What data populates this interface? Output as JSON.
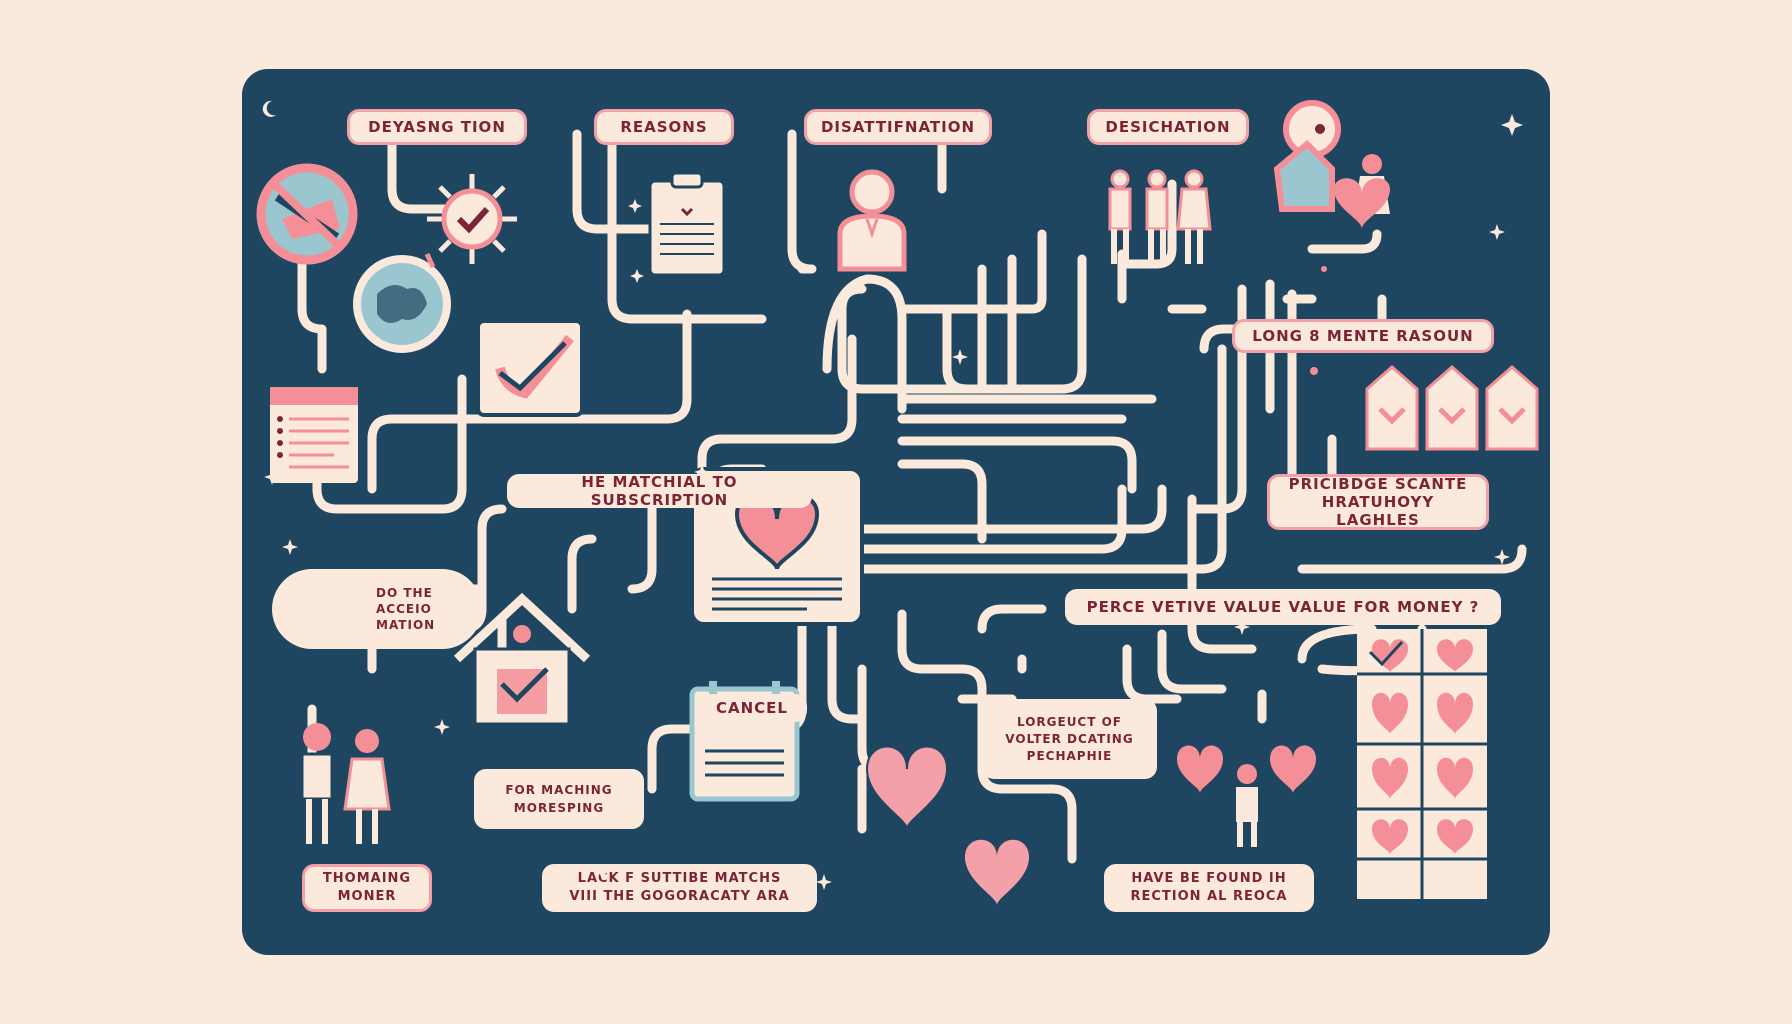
{
  "colors": {
    "board": "#1f4660",
    "cream": "#fbeadc",
    "pink": "#f58f97",
    "soft_pink": "#f4a0a8",
    "ink": "#7b2438",
    "teal": "#9ac7cf"
  },
  "labels": {
    "top_1": "DEYASNG TION",
    "top_2": "REASONS",
    "top_3": "DISATTIFNATION",
    "top_4": "DESICHATION",
    "long_reason": "LONG 8 MENTE RASOUN",
    "subscription": "HE MATCHIAL TO SUBSCRIPTION",
    "priority_line1": "PRICIBDGE SCANTE",
    "priority_line2": "HRATUHOYY LAGHLES",
    "perceived_value": "PERCE VETIVE VALUE VALUE FOR MONEY ?",
    "do_the_line1": "DO THE",
    "do_the_line2": "ACCEIO",
    "do_the_line3": "MATION",
    "cancel": "CANCEL",
    "longevity_line1": "LORGEUCT OF",
    "longevity_line2": "VOLTER DCATING",
    "longevity_line3": "PECHAPHIE",
    "for_matching_line1": "FOR MACHING",
    "for_matching_line2": "MORESPING",
    "thomaing_line1": "THOMAING",
    "thomaing_line2": "MONER",
    "lack_line1": "LACK F SUTTIBE MATCHS",
    "lack_line2": "VIII THE GOGORACATY ARA",
    "found_line1": "HAVE BE FOUND IH",
    "found_line2": "RECTION AL REOCA"
  },
  "icons": [
    "no-entry-icon",
    "sun-check-icon",
    "globe-icon",
    "clipboard-icon",
    "checkbox-icon",
    "person-icon",
    "couple-group-icon",
    "house-person-icon",
    "heart-icon",
    "notepad-icon",
    "badge-icon",
    "house-check-icon",
    "calendar-icon",
    "central-heart-card-icon",
    "house-heart-icon",
    "heart-grid-icon",
    "moon-icon"
  ]
}
